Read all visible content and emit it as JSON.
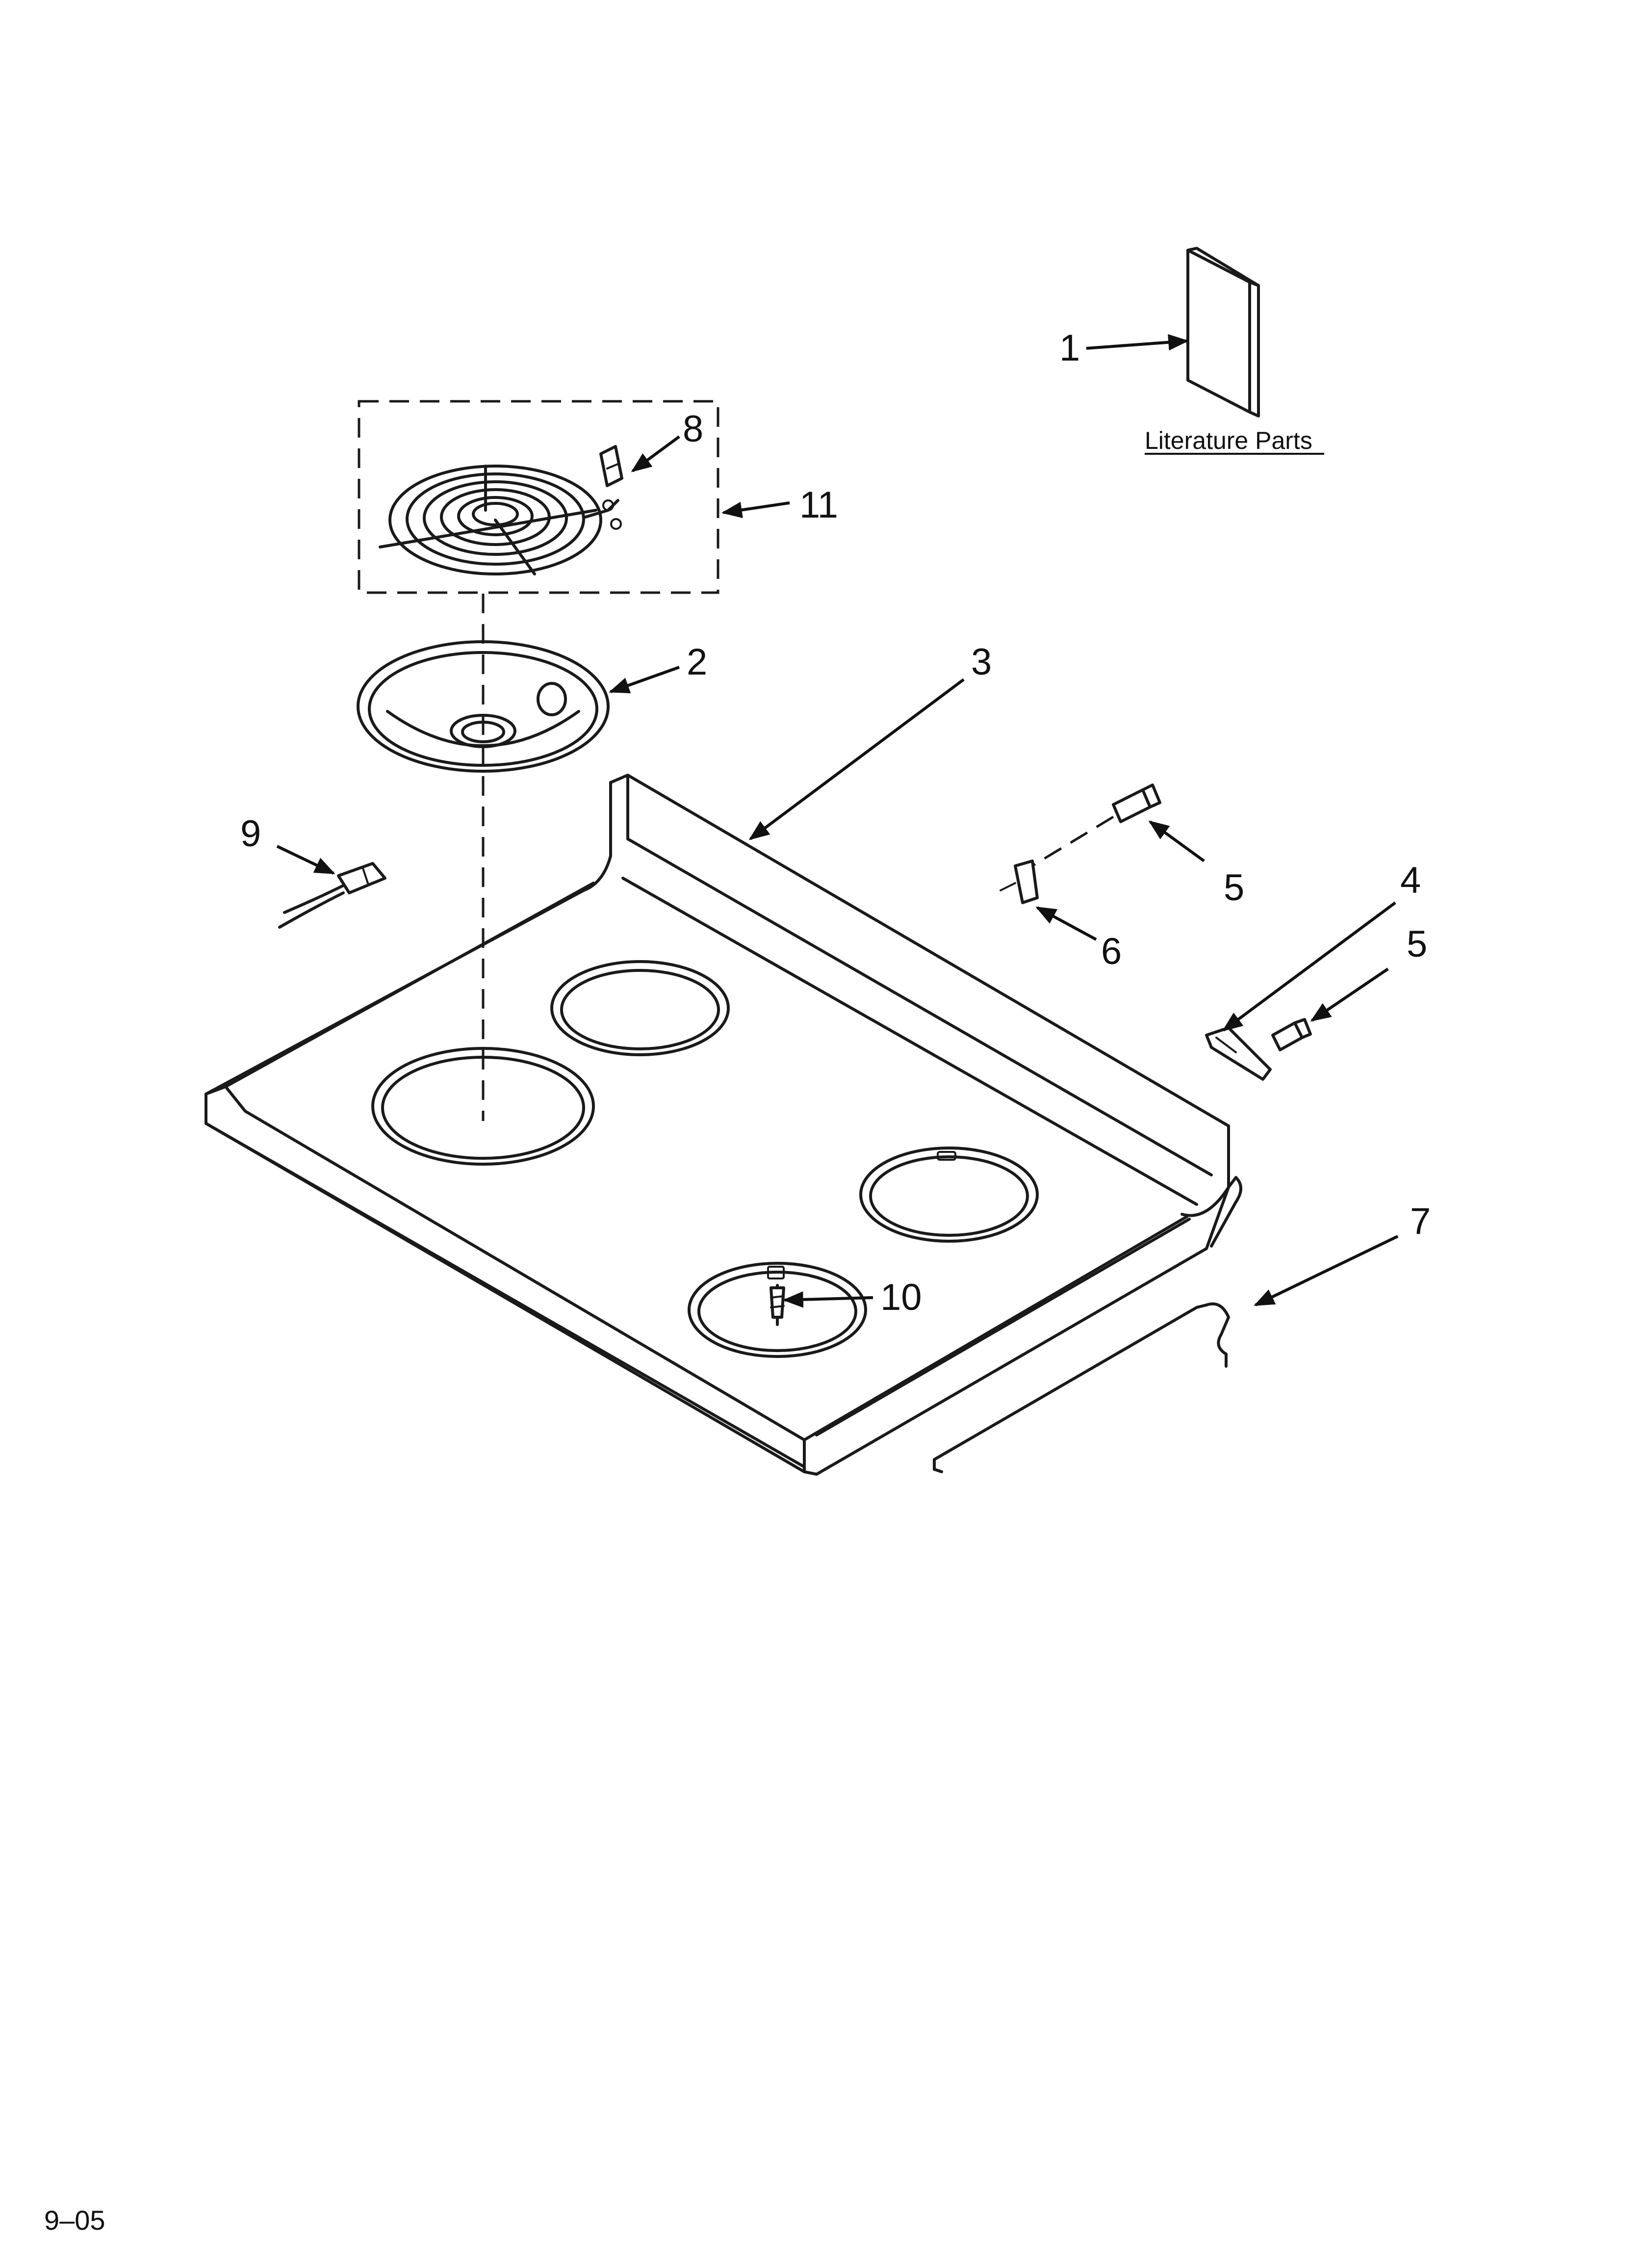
{
  "literature_label": "Literature Parts",
  "page_code": "9–05",
  "callouts": {
    "c1": "1",
    "c2": "2",
    "c3": "3",
    "c4": "4",
    "c5a": "5",
    "c5b": "5",
    "c6": "6",
    "c7": "7",
    "c8": "8",
    "c9": "9",
    "c10": "10",
    "c11": "11"
  }
}
